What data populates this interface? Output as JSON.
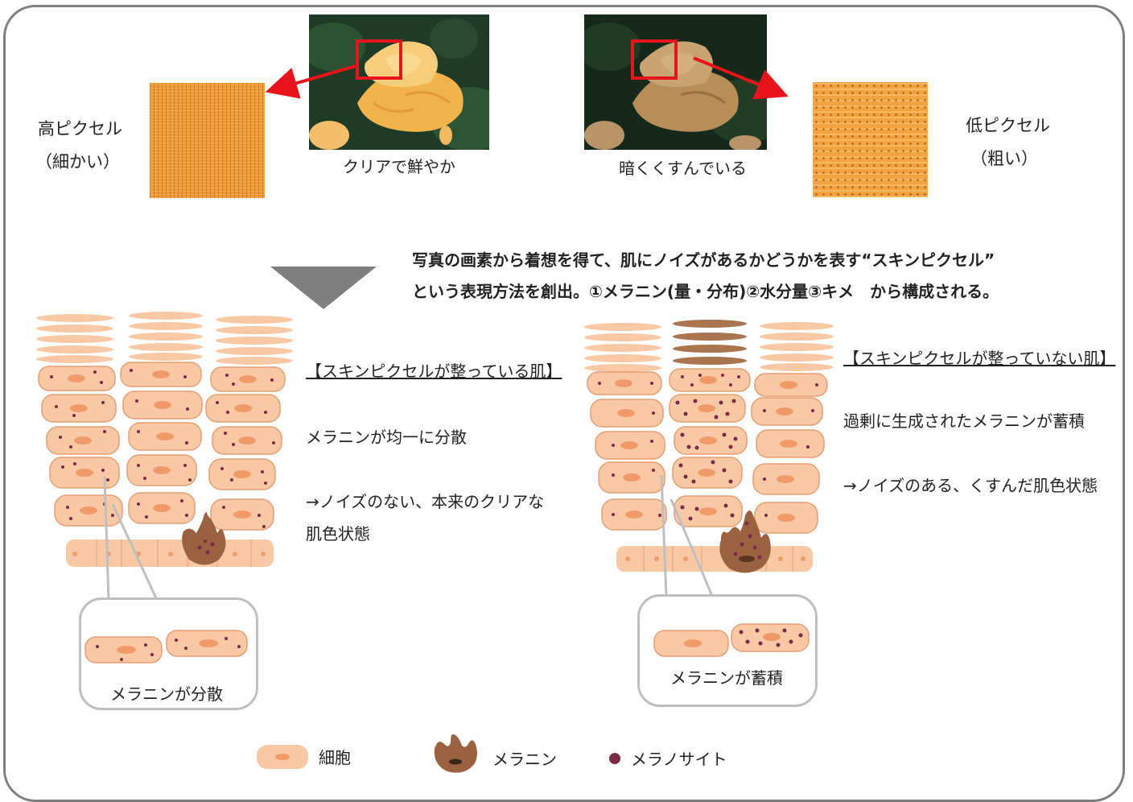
{
  "top": {
    "high_pixel_label": "高ピクセル",
    "high_pixel_sub": "（細かい）",
    "low_pixel_label": "低ピクセル",
    "low_pixel_sub": "（粗い）",
    "clear_caption": "クリアで鮮やか",
    "dull_caption": "暗くくすんでいる"
  },
  "headline": {
    "line1": "写真の画素から着想を得て、肌にノイズがあるかどうかを表す“スキンピクセル”",
    "line2": "という表現方法を創出。①メラニン(量・分布)②水分量③キメ　から構成される。"
  },
  "left_panel": {
    "title": "【スキンピクセルが整っている肌】",
    "desc1": "メラニンが均一に分散",
    "desc2": "→ノイズのない、本来のクリアな",
    "desc3": "肌色状態",
    "callout": "メラニンが分散"
  },
  "right_panel": {
    "title": "【スキンピクセルが整っていない肌】",
    "desc1": "過剰に生成されたメラニンが蓄積",
    "desc2": "→ノイズのある、くすんだ肌色状態",
    "callout": "メラニンが蓄積"
  },
  "legend": {
    "cell": "細胞",
    "melanin": "メラニン",
    "melanocyte": "メラノサイト"
  },
  "colors": {
    "cell_fill": "#f9c9a6",
    "cell_stroke": "#e59d74",
    "nucleus": "#f09a6a",
    "melanin": "#9a6240",
    "dot": "#7a2a45",
    "arrow_red": "#e8141b",
    "triangle_gray": "#7f7f7f",
    "frame_gray": "#7f7f7f"
  }
}
